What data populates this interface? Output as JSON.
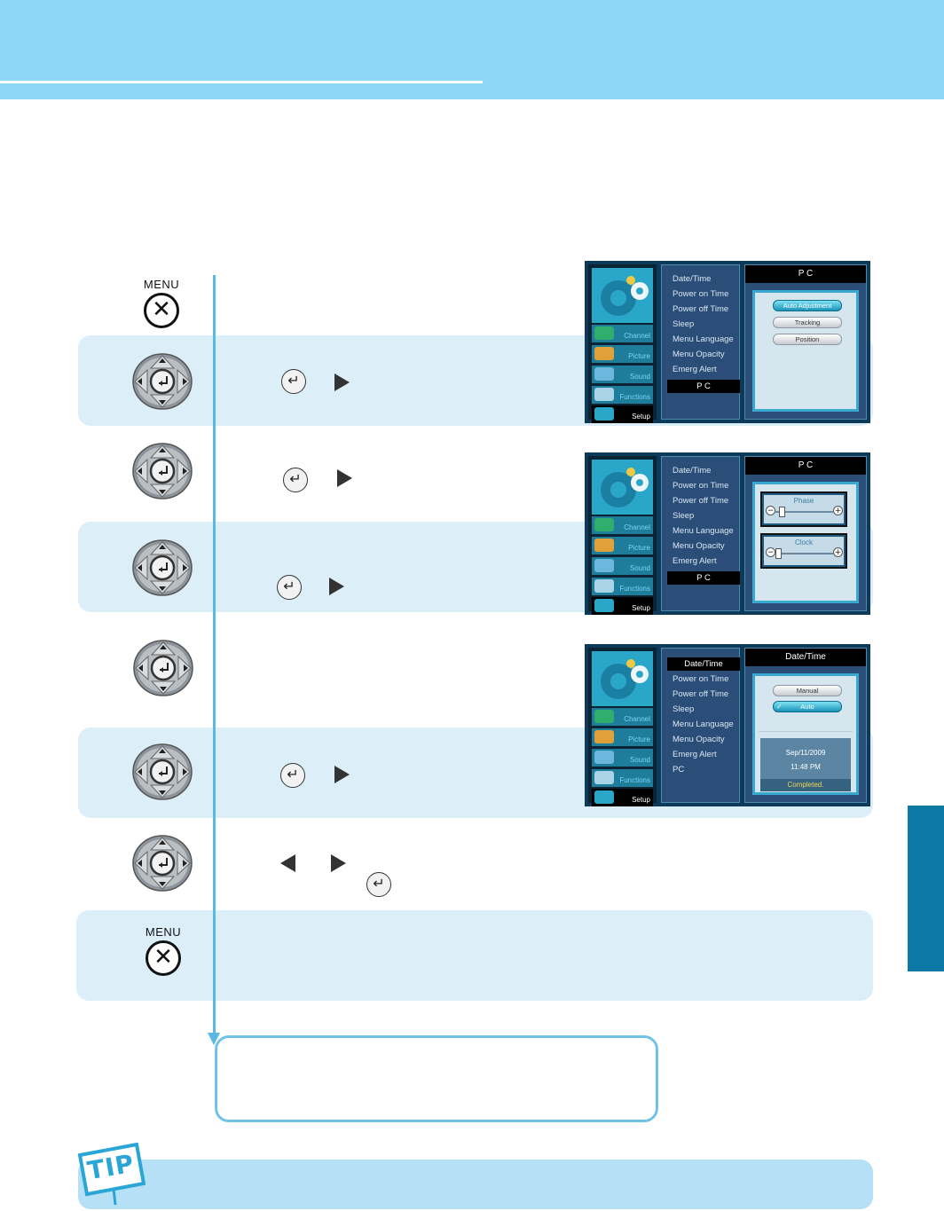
{
  "colors": {
    "header": "#8ed8f6",
    "band": "#dceef8",
    "flow": "#5ab9e3",
    "side_tab": "#0b79a4",
    "tip_bar": "#b5e0f6"
  },
  "buttons": {
    "menu_label": "MENU",
    "menu_glyph": "✕",
    "enter_glyph": "↵"
  },
  "tip": {
    "label": "TIP"
  },
  "screens": [
    {
      "categories": [
        "Channel",
        "Picture",
        "Sound",
        "Functions",
        "Setup"
      ],
      "menu_items": [
        "Date/Time",
        "Power on Time",
        "Power off Time",
        "Sleep",
        "Menu Language",
        "Menu Opacity",
        "Emerg Alert",
        "P C"
      ],
      "selected_item": "P C",
      "panel_title": "P C",
      "options": [
        "Auto Adjustment",
        "Tracking",
        "Position"
      ],
      "selected_option": "Auto Adjustment"
    },
    {
      "categories": [
        "Channel",
        "Picture",
        "Sound",
        "Functions",
        "Setup"
      ],
      "menu_items": [
        "Date/Time",
        "Power on Time",
        "Power off Time",
        "Sleep",
        "Menu Language",
        "Menu Opacity",
        "Emerg Alert",
        "P C"
      ],
      "selected_item": "P C",
      "panel_title": "P C",
      "sliders": [
        {
          "label": "Phase",
          "level": 0.1
        },
        {
          "label": "Clock",
          "level": 0.05
        }
      ]
    },
    {
      "categories": [
        "Channel",
        "Picture",
        "Sound",
        "Functions",
        "Setup"
      ],
      "menu_items": [
        "Date/Time",
        "Power on Time",
        "Power off Time",
        "Sleep",
        "Menu Language",
        "Menu Opacity",
        "Emerg Alert",
        "PC"
      ],
      "selected_item": "Date/Time",
      "panel_title": "Date/Time",
      "options": [
        "Manual",
        "Auto"
      ],
      "selected_option": "Auto",
      "date": "Sep/11/2009",
      "time": "11:48 PM",
      "status": "Completed."
    }
  ]
}
